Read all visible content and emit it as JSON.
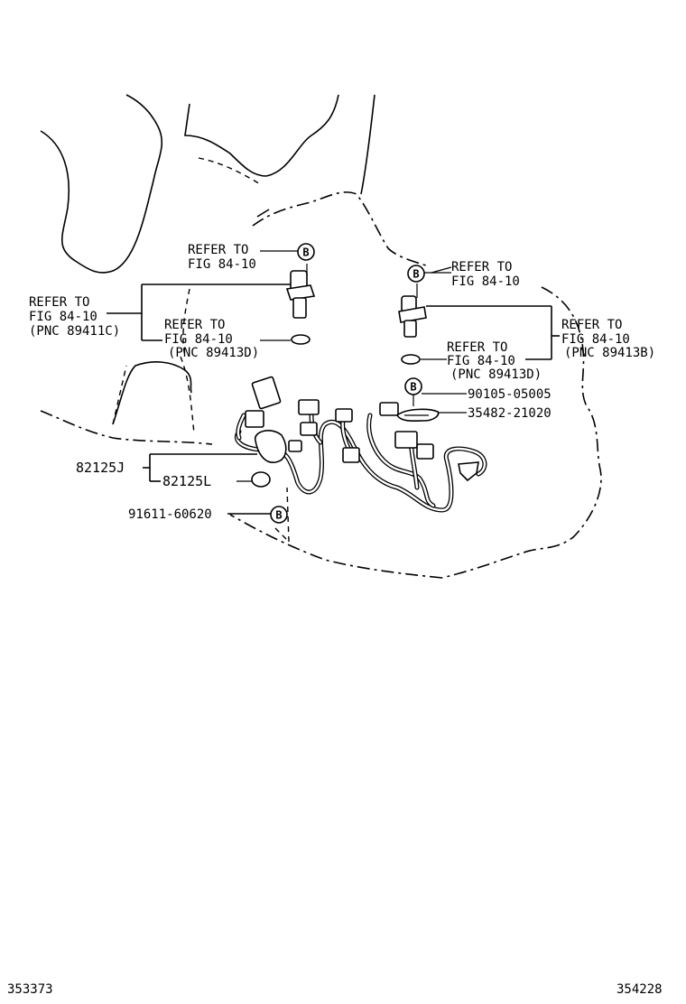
{
  "labels": {
    "refer_top_mid": [
      "REFER TO",
      "FIG 84-10"
    ],
    "refer_left": [
      "REFER TO",
      "FIG 84-10",
      "(PNC 89411C)"
    ],
    "refer_mid_pnc": [
      "REFER TO",
      "FIG 84-10",
      "(PNC 89413D)"
    ],
    "refer_top_right": [
      "REFER TO",
      "FIG 84-10"
    ],
    "refer_right": [
      "REFER TO",
      "FIG 84-10",
      "(PNC 89413B)"
    ],
    "refer_mid_right": [
      "REFER TO",
      "FIG 84-10",
      "(PNC 89413D)"
    ]
  },
  "parts": {
    "bolt_right": "90105-05005",
    "clamp_right": "35482-21020",
    "harness_j": "82125J",
    "harness_l": "82125L",
    "clip_bolt": "91611-60620"
  },
  "badges": {
    "b1": "B",
    "b2": "B",
    "b3": "B",
    "b4": "B"
  },
  "footer": {
    "left_code": "353373",
    "right_code": "354228"
  }
}
